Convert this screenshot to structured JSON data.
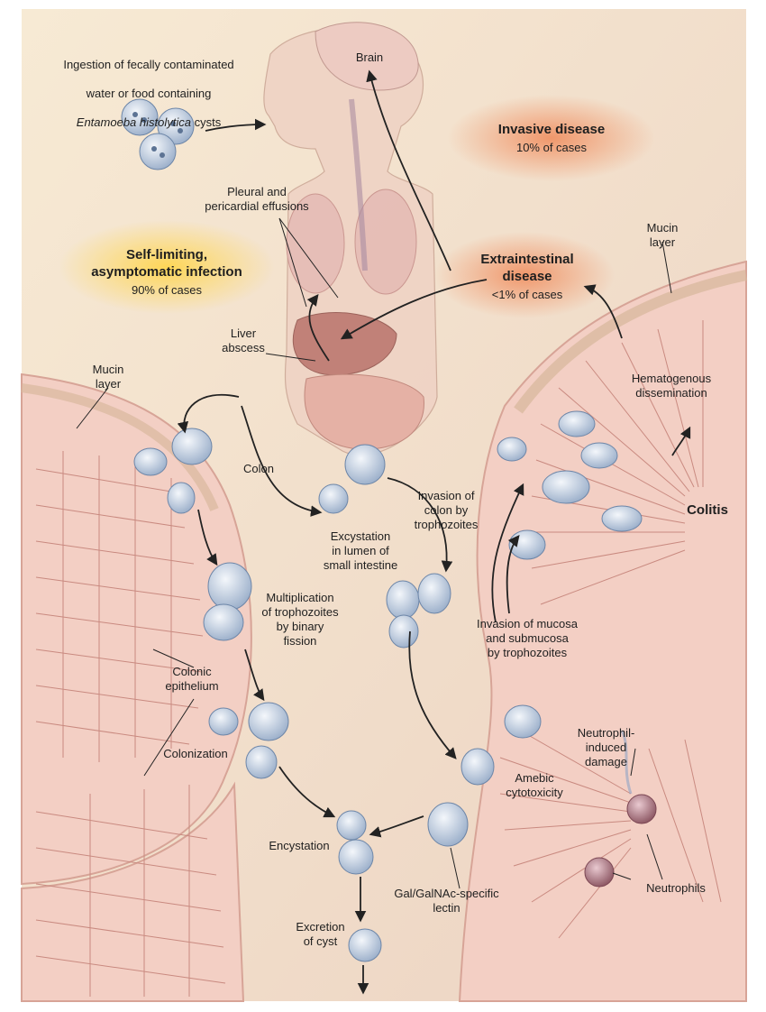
{
  "labels": {
    "ingestion_line1": "Ingestion of fecally contaminated",
    "ingestion_line2": "water or food containing",
    "ingestion_italic": "Entamoeba histolytica",
    "ingestion_tail": " cysts",
    "brain": "Brain",
    "invasive_title": "Invasive disease",
    "invasive_pct": "10% of cases",
    "pleural": "Pleural and\npericardial effusions",
    "selflimiting_title": "Self-limiting,\nasymptomatic infection",
    "selflimiting_pct": "90% of cases",
    "extraintestinal_title": "Extraintestinal\ndisease",
    "extraintestinal_pct": "<1% of cases",
    "mucin_right": "Mucin\nlayer",
    "liver": "Liver\nabscess",
    "mucin_left": "Mucin\nlayer",
    "hematogenous": "Hematogenous\ndissemination",
    "colon": "Colon",
    "invasion_colon": "Invasion of\ncolon by\ntrophozoites",
    "colitis": "Colitis",
    "excystation": "Excystation\nin lumen of\nsmall intestine",
    "multiplication": "Multiplication\nof trophozoites\nby binary\nfission",
    "invasion_mucosa": "Invasion of mucosa\nand submucosa\nby trophozoites",
    "colonic_epithelium": "Colonic\nepithelium",
    "neutrophil_damage": "Neutrophil-\ninduced\ndamage",
    "colonization": "Colonization",
    "amebic": "Amebic\ncytotoxicity",
    "encystation": "Encystation",
    "neutrophils": "Neutrophils",
    "gal_lectin": "Gal/GalNAc-specific\nlectin",
    "excretion": "Excretion\nof cyst"
  },
  "colors": {
    "background": "#f4e6cf",
    "tissue": "#f2cbc0",
    "villi_line": "#c98a80",
    "mucin": "#d8b89e",
    "organism": "#c9d6e6",
    "invasive_glow": "#f08a5a",
    "selflimiting_glow": "#ffd54a",
    "arrow": "#222222"
  }
}
